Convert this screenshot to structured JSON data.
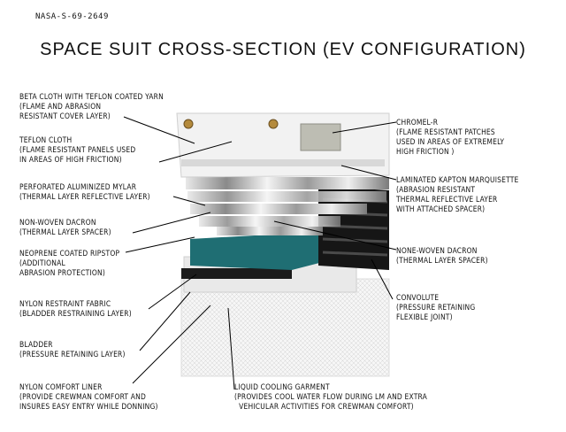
{
  "doc_id": "NASA-S-69-2649",
  "title": "SPACE SUIT CROSS-SECTION (EV CONFIGURATION)",
  "labels": {
    "beta_cloth": "BETA CLOTH WITH TEFLON COATED YARN\n(FLAME AND ABRASION\nRESISTANT COVER LAYER)",
    "teflon_cloth": "TEFLON CLOTH\n(FLAME RESISTANT PANELS USED\nIN AREAS OF HIGH FRICTION)",
    "aluminized_mylar": "PERFORATED ALUMINIZED MYLAR\n(THERMAL LAYER REFLECTIVE LAYER)",
    "nonwoven_dacron_left": "NON-WOVEN DACRON\n(THERMAL LAYER SPACER)",
    "neoprene_ripstop": "NEOPRENE COATED RIPSTOP\n(ADDITIONAL\nABRASION PROTECTION)",
    "nylon_restraint": "NYLON RESTRAINT FABRIC\n(BLADDER RESTRAINING LAYER)",
    "bladder": "BLADDER\n(PRESSURE RETAINING LAYER)",
    "comfort_liner": "NYLON COMFORT LINER\n(PROVIDE CREWMAN COMFORT AND\nINSURES EASY ENTRY WHILE DONNING)",
    "chromel_r": "CHROMEL-R\n(FLAME RESISTANT PATCHES\nUSED IN AREAS OF EXTREMELY\nHIGH FRICTION )",
    "kapton": "LAMINATED KAPTON MARQUISETTE\n(ABRASION RESISTANT\nTHERMAL REFLECTIVE LAYER\nWITH ATTACHED SPACER)",
    "nonwoven_dacron_right": "NONE-WOVEN DACRON\n(THERMAL LAYER SPACER)",
    "convolute": "CONVOLUTE\n(PRESSURE RETAINING\nFLEXIBLE JOINT)",
    "cooling_garment": "LIQUID COOLING GARMENT\n(PROVIDES COOL WATER FLOW DURING LM AND EXTRA\n  VEHICULAR ACTIVITIES FOR CREWMAN COMFORT)"
  },
  "colors": {
    "teal_layer": "#1f6e73",
    "dark_layer": "#1b1b1b",
    "white_cloth": "#f2f2f2",
    "silver": "#b8b8b8"
  }
}
